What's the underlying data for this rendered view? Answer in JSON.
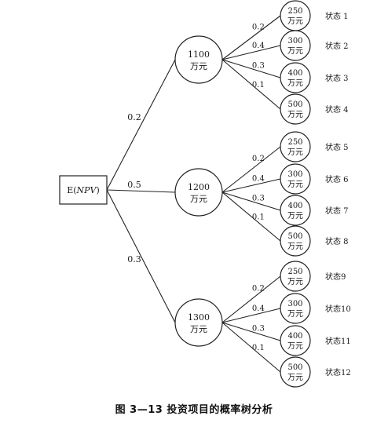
{
  "root": {
    "label": "E(NPV)"
  },
  "branches": [
    {
      "probability": "0.2",
      "node": {
        "value": "1100",
        "unit": "万元"
      },
      "outcomes": [
        {
          "probability": "0.2",
          "value": "250",
          "unit": "万元",
          "state": "状态 1"
        },
        {
          "probability": "0.4",
          "value": "300",
          "unit": "万元",
          "state": "状态 2"
        },
        {
          "probability": "0.3",
          "value": "400",
          "unit": "万元",
          "state": "状态 3"
        },
        {
          "probability": "0.1",
          "value": "500",
          "unit": "万元",
          "state": "状态 4"
        }
      ]
    },
    {
      "probability": "0.5",
      "node": {
        "value": "1200",
        "unit": "万元"
      },
      "outcomes": [
        {
          "probability": "0.2",
          "value": "250",
          "unit": "万元",
          "state": "状态 5"
        },
        {
          "probability": "0.4",
          "value": "300",
          "unit": "万元",
          "state": "状态 6"
        },
        {
          "probability": "0.3",
          "value": "400",
          "unit": "万元",
          "state": "状态 7"
        },
        {
          "probability": "0.1",
          "value": "500",
          "unit": "万元",
          "state": "状态 8"
        }
      ]
    },
    {
      "probability": "0.3",
      "node": {
        "value": "1300",
        "unit": "万元"
      },
      "outcomes": [
        {
          "probability": "0.2",
          "value": "250",
          "unit": "万元",
          "state": "状态9"
        },
        {
          "probability": "0.4",
          "value": "300",
          "unit": "万元",
          "state": "状态10"
        },
        {
          "probability": "0.3",
          "value": "400",
          "unit": "万元",
          "state": "状态11"
        },
        {
          "probability": "0.1",
          "value": "500",
          "unit": "万元",
          "state": "状态12"
        }
      ]
    }
  ],
  "caption": "图 3—13    投资项目的概率树分析"
}
